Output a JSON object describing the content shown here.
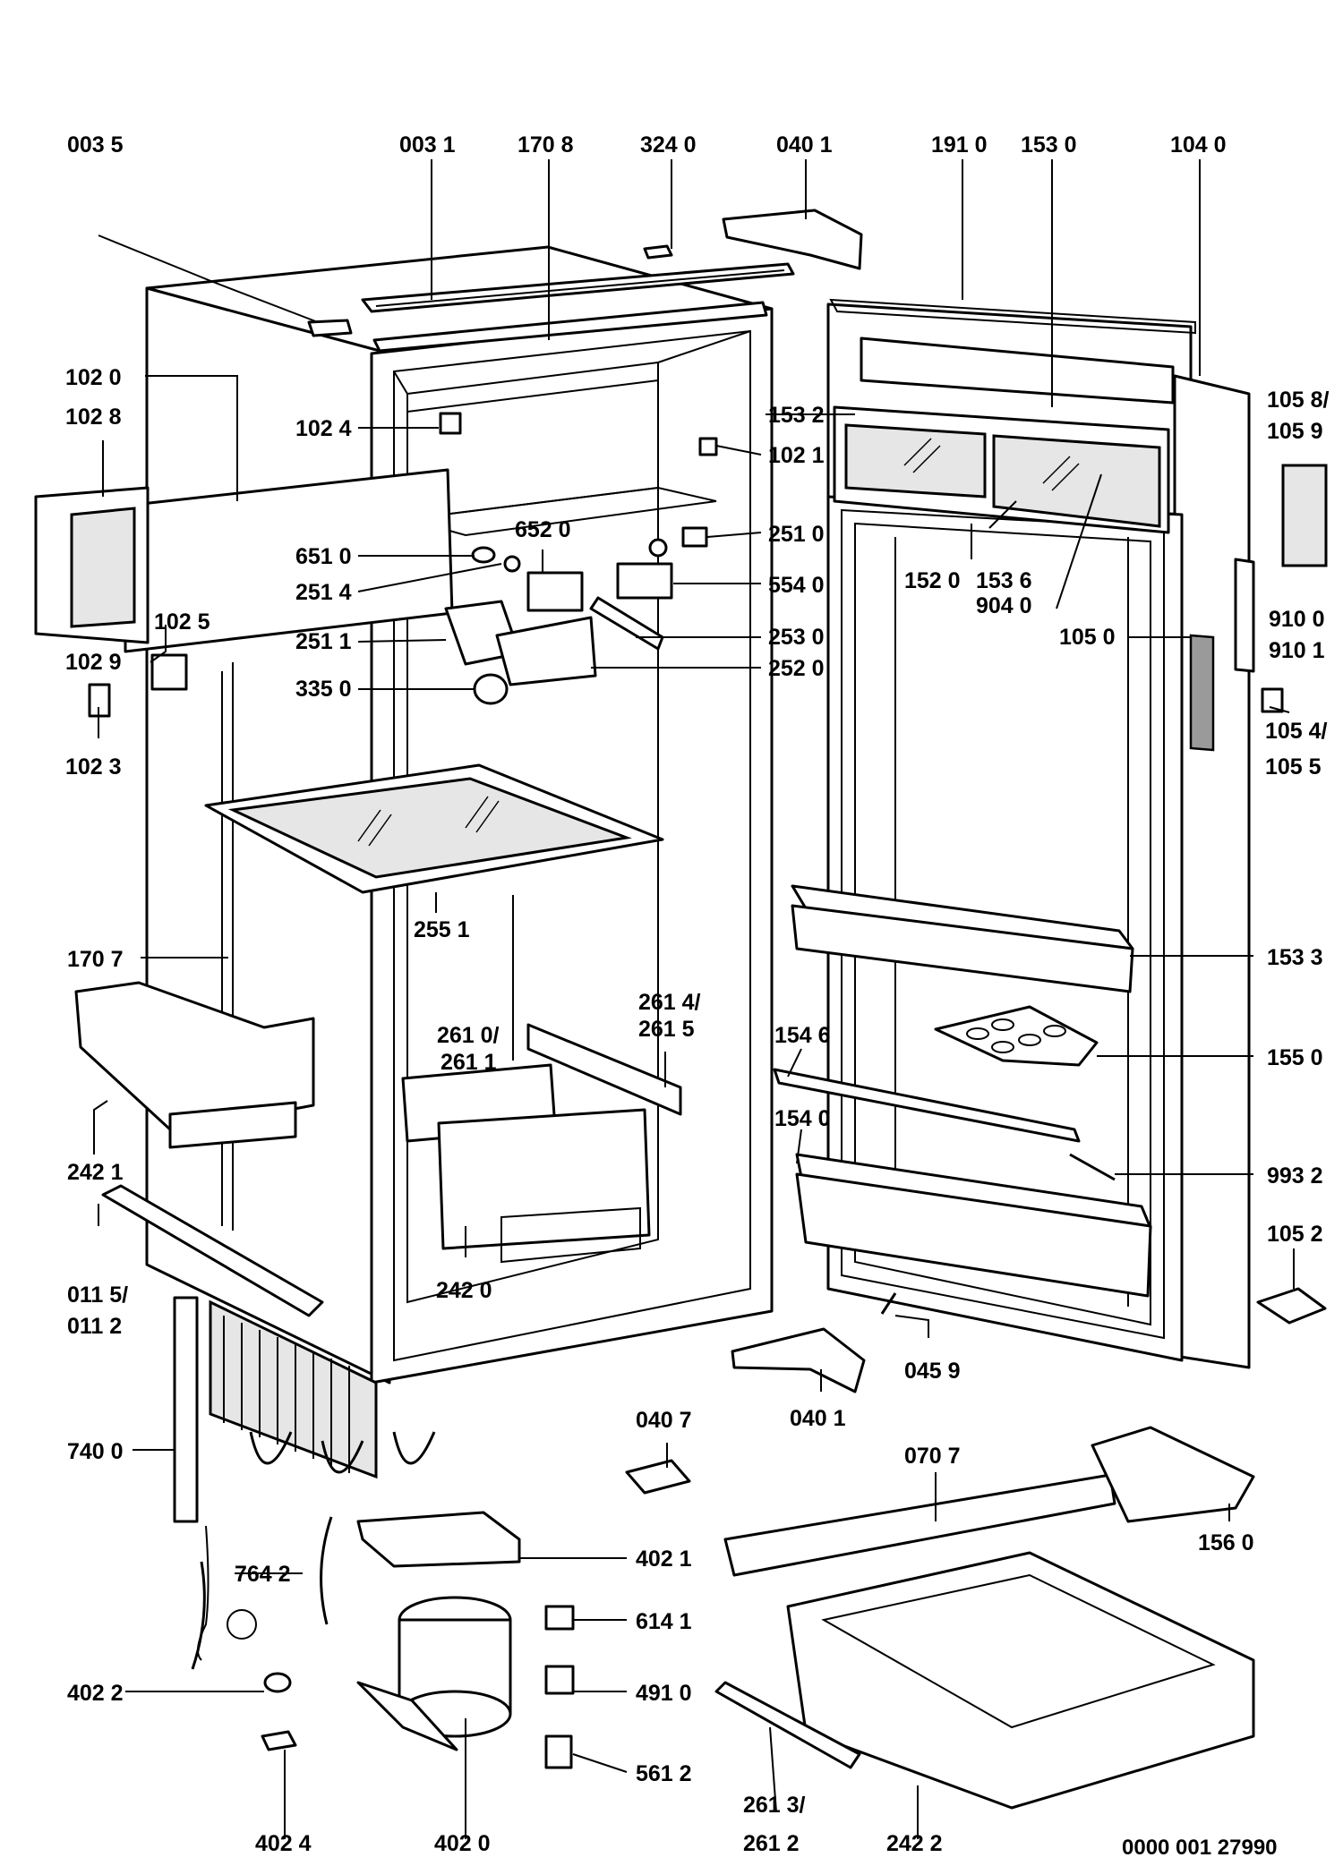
{
  "drawing": {
    "reference": "0000 001 27990"
  },
  "labels": [
    "003 5",
    "003 1",
    "170 8",
    "324 0",
    "040 1",
    "191 0",
    "153 0",
    "104 0",
    "102 0",
    "102 8",
    "102 4",
    "102 1",
    "153 2",
    "105 8/",
    "105 9",
    "652 0",
    "251 0",
    "651 0",
    "554 0",
    "251 4",
    "152 0",
    "153 6",
    "904 0",
    "910 0",
    "251 1",
    "253 0",
    "105 0",
    "910 1",
    "102 5",
    "335 0",
    "252 0",
    "102 9",
    "105 4/",
    "102 3",
    "105 5",
    "255 1",
    "170 7",
    "153 3",
    "261 4/",
    "261 5",
    "261 0/",
    "261 1",
    "154 6",
    "155 0",
    "154 0",
    "242 1",
    "993 2",
    "105 2",
    "011 5/",
    "011 2",
    "242 0",
    "045 9",
    "040 7",
    "040 1",
    "740 0",
    "070 7",
    "156 0",
    "402 1",
    "764 2",
    "614 1",
    "402 2",
    "491 0",
    "561 2",
    "261 3/",
    "261 2",
    "402 4",
    "402 0",
    "242 2"
  ]
}
